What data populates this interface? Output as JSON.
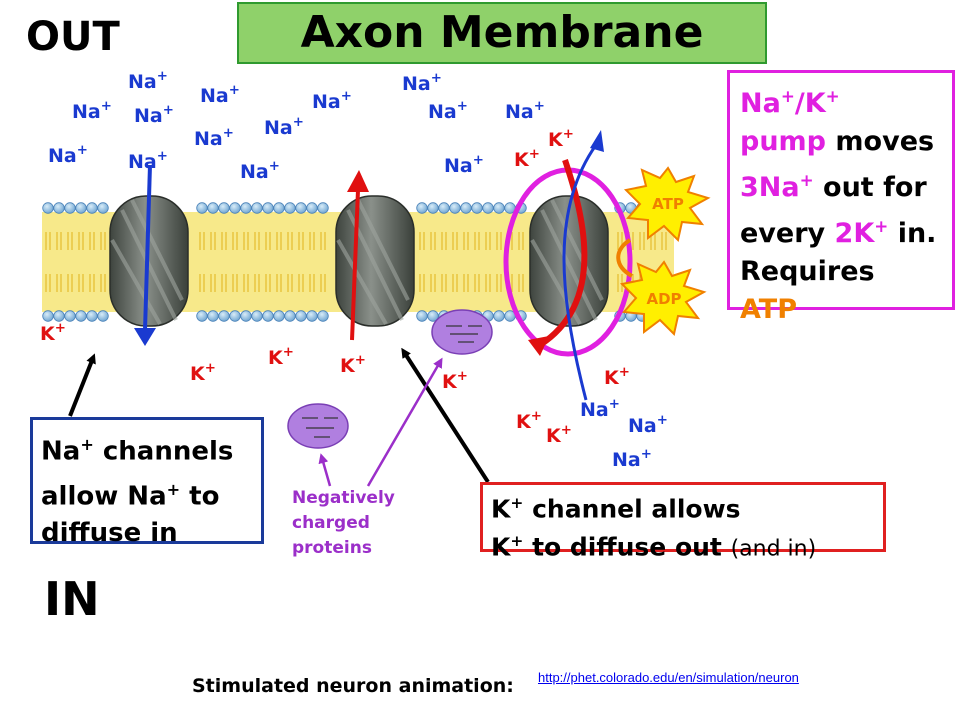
{
  "title": "Axon Membrane",
  "side_labels": {
    "out": "OUT",
    "in": "IN"
  },
  "pump_box": {
    "line1": "Na",
    "line1_sup": "+",
    "line1_b": "/K",
    "line1_b_sup": "+",
    "line2_a": "pump",
    "line2_b": " moves",
    "line3_a": "3Na",
    "line3_sup": "+",
    "line3_b": " out for",
    "line4_a": "every ",
    "line4_b": "2K",
    "line4_sup": "+",
    "line4_c": " in.",
    "line5": "Requires",
    "line6": "ATP"
  },
  "na_channel_box": {
    "line1_a": "Na",
    "line1_sup": "+",
    "line1_b": " channels",
    "line2_a": "allow Na",
    "line2_sup": "+",
    "line2_b": " to",
    "line3": "diffuse in"
  },
  "k_channel_box": {
    "line1_a": "K",
    "line1_sup": "+",
    "line1_b": " channel allows",
    "line2_a": "K",
    "line2_sup": "+",
    "line2_b": " to diffuse out ",
    "line2_c": "(and in)"
  },
  "negative_proteins_label": [
    "Negatively",
    "charged",
    "proteins"
  ],
  "atp_label": "ATP",
  "adp_label": "ADP",
  "ion_labels": {
    "na": "Na",
    "k": "K",
    "charge": "+"
  },
  "footer": {
    "label": "Stimulated neuron animation:",
    "link": "http://phet.colorado.edu/en/simulation/neuron"
  },
  "colors": {
    "ion_blue": "#1a3ad0",
    "ion_red": "#e01010",
    "pump_magenta": "#e020e0",
    "title_green": "#8fd16a",
    "atp_orange": "#f08000",
    "protein_purple": "#9b2fc9"
  }
}
